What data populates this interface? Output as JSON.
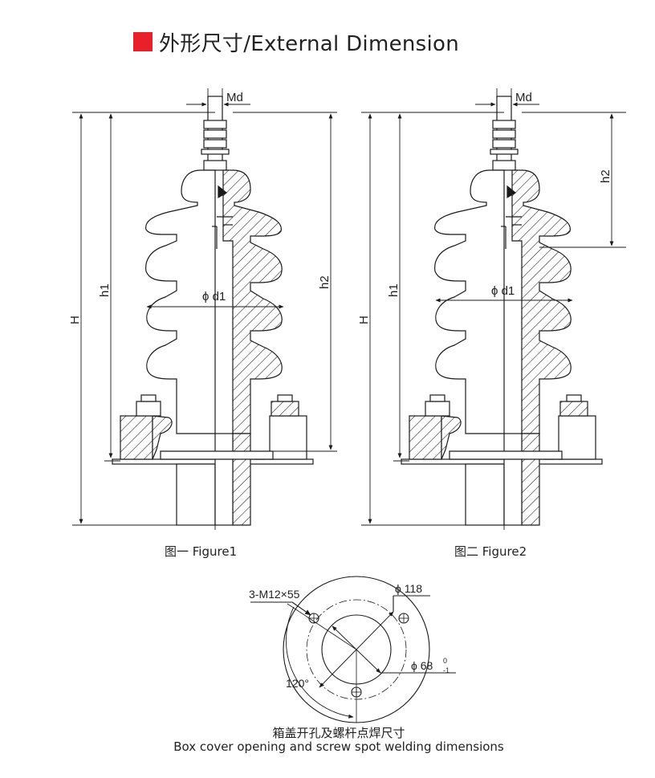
{
  "header": {
    "title": "外形尺寸/External Dimension",
    "accent_color": "#e8202a"
  },
  "figures": [
    {
      "caption": "图一  Figure1",
      "labels": {
        "md": "Md",
        "h": "H",
        "h1": "h1",
        "h2": "h2",
        "d1": "ϕ d1"
      }
    },
    {
      "caption": "图二  Figure2",
      "labels": {
        "md": "Md",
        "h": "H",
        "h1": "h1",
        "h2": "h2",
        "d1": "ϕ d1"
      }
    }
  ],
  "box_cover": {
    "screw_label": "3-M12×55",
    "outer_diameter": "ϕ 118",
    "inner_diameter": "ϕ 68",
    "inner_tol_upper": "0",
    "inner_tol_lower": "-1",
    "angle": "120°",
    "caption_cn": "箱盖开孔及螺杆点焊尺寸",
    "caption_en": "Box cover opening and screw spot welding dimensions"
  },
  "colors": {
    "line": "#1a1a1a",
    "background": "#ffffff"
  }
}
